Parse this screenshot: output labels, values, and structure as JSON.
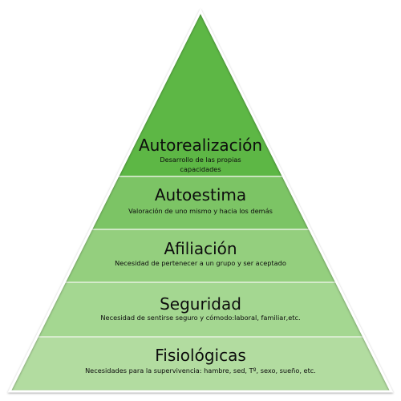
{
  "diagram": {
    "levels": [
      {
        "id": "autorealizacion",
        "title": "Autorealización",
        "description_lines": [
          "Desarrollo de las propias",
          "capacidades"
        ],
        "fill_color": "#5db745"
      },
      {
        "id": "autoestima",
        "title": "Autoestima",
        "description_lines": [
          "Valoración de uno mismo y hacia los demás"
        ],
        "fill_color": "#7cc465"
      },
      {
        "id": "afiliacion",
        "title": "Afiliación",
        "description_lines": [
          "Necesidad de pertenecer a un grupo y ser aceptado"
        ],
        "fill_color": "#94cf7e"
      },
      {
        "id": "seguridad",
        "title": "Seguridad",
        "description_lines": [
          "Necesidad de sentirse seguro y cómodo:laboral, familiar,etc."
        ],
        "fill_color": "#a4d791"
      },
      {
        "id": "fisiologicas",
        "title": "Fisiológicas",
        "description_lines": [
          "Necesidades para la supervivencia: hambre, sed, Tº, sexo, sueño, etc."
        ],
        "fill_color": "#b2dca0"
      }
    ],
    "border_color": "#ffffff",
    "divider_color": "#e6f2df"
  }
}
